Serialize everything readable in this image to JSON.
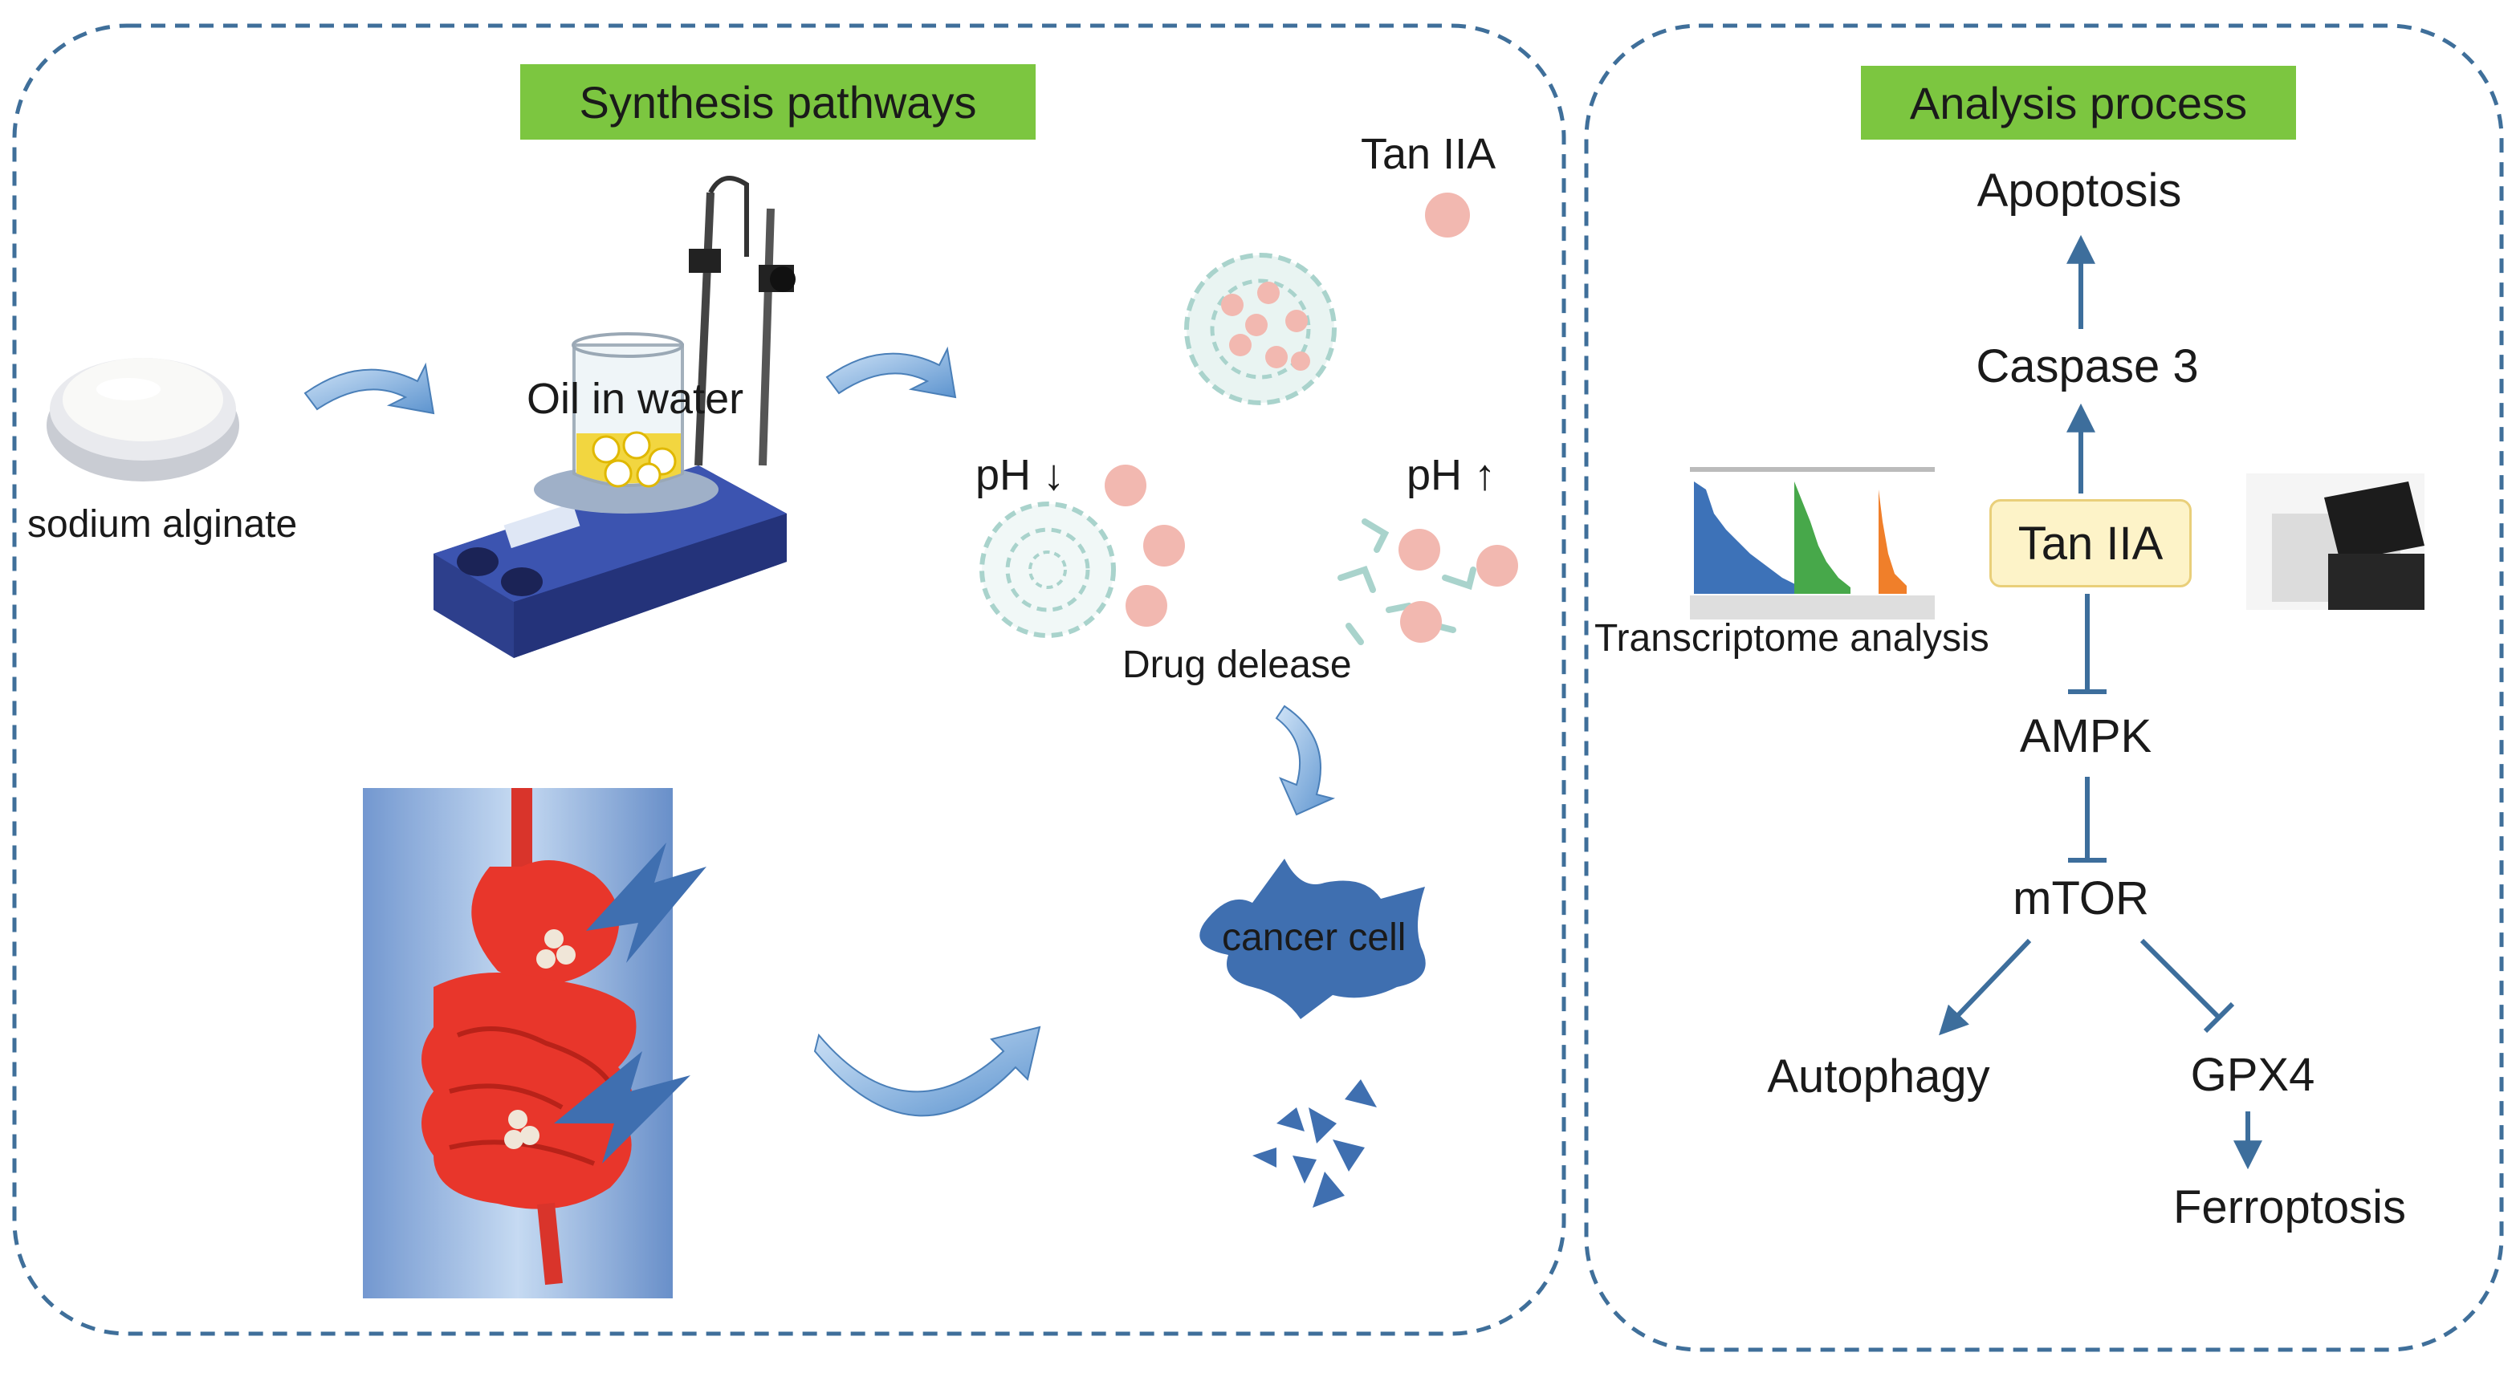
{
  "left_panel": {
    "banner": "Synthesis pathways",
    "labels": {
      "sodium_alginate": "sodium alginate",
      "oil_in_water": "Oil in water",
      "tan_iia": "Tan IIA",
      "ph_down": "pH ↓",
      "ph_up": "pH ↑",
      "drug_release": "Drug delease",
      "cancer_cell": "cancer cell"
    }
  },
  "right_panel": {
    "banner": "Analysis process",
    "transcriptome_label": "Transcriptome analysis",
    "nodes": {
      "apoptosis": "Apoptosis",
      "caspase3": "Caspase 3",
      "tan_iia": "Tan IIA",
      "ampk": "AMPK",
      "mtor": "mTOR",
      "autophagy": "Autophagy",
      "gpx4": "GPX4",
      "ferroptosis": "Ferroptosis"
    }
  },
  "colors": {
    "panel_border": "#3f6f9a",
    "banner_fill": "#7cc640",
    "arrow_blue": "#3d6e9c",
    "tan_box_fill": "#fdf3c8",
    "organ_red": "#e8362b",
    "nanoparticle_pink": "#f2b8b0",
    "cancer_cell_blue": "#3f6fb0"
  }
}
